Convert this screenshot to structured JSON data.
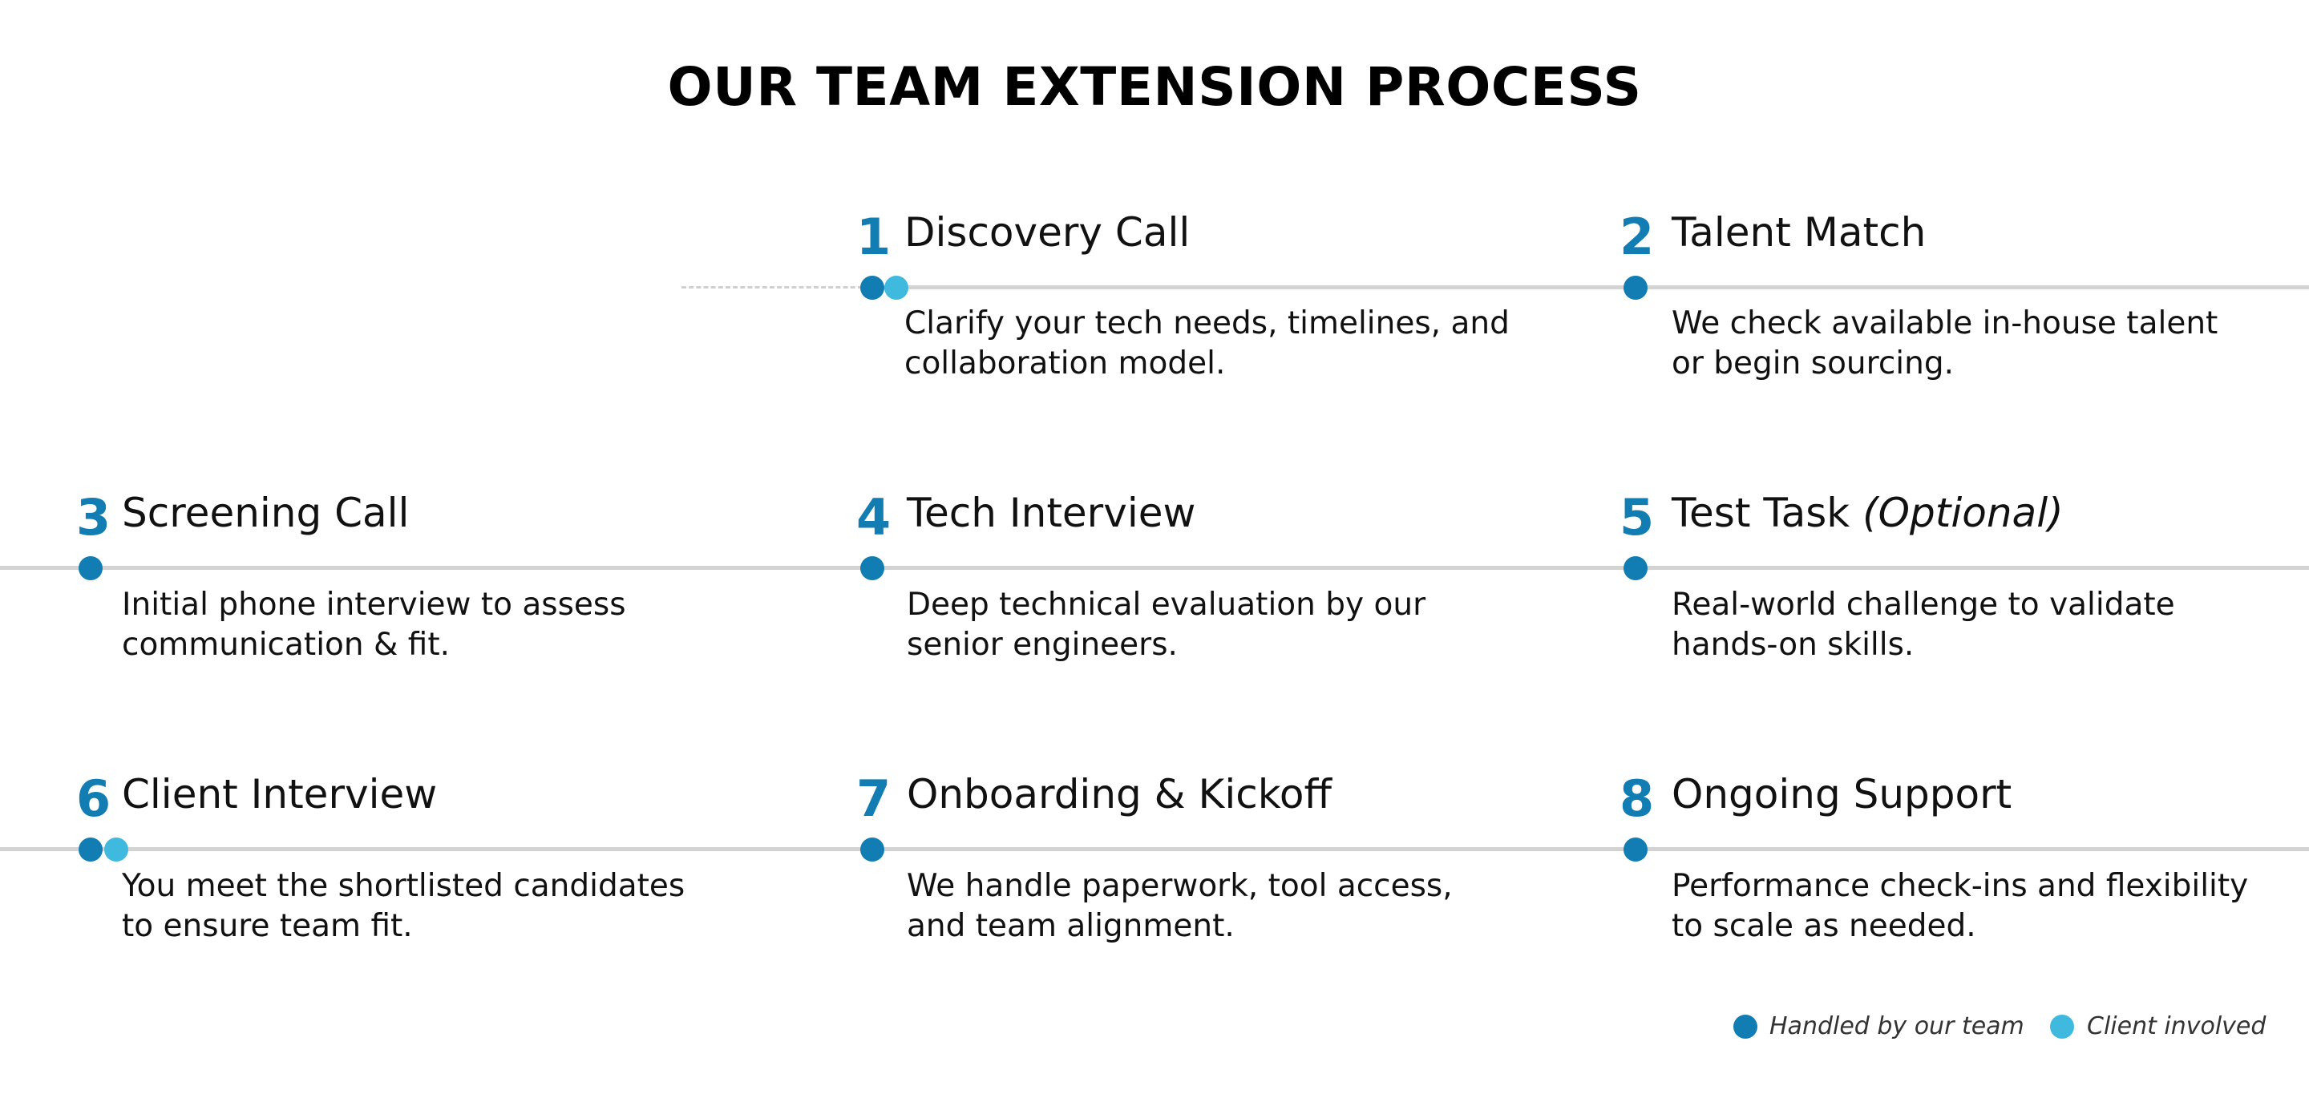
{
  "title": "OUR TEAM EXTENSION PROCESS",
  "colors": {
    "team": "#117db3",
    "client": "#40b9de",
    "number": "#117db3",
    "line": "#d3d3d3"
  },
  "steps": [
    {
      "number": "1",
      "title": "Discovery Call",
      "title_suffix": "",
      "description": [
        "Clarify your tech needs, timelines, and",
        "collaboration model."
      ],
      "client_involved": true
    },
    {
      "number": "2",
      "title": "Talent Match",
      "title_suffix": "",
      "description": [
        "We check available in-house talent",
        "or begin sourcing."
      ],
      "client_involved": false
    },
    {
      "number": "3",
      "title": "Screening Call",
      "title_suffix": "",
      "description": [
        "Initial phone interview to assess",
        "communication & fit."
      ],
      "client_involved": false
    },
    {
      "number": "4",
      "title": "Tech Interview",
      "title_suffix": "",
      "description": [
        "Deep technical evaluation by our",
        "senior engineers."
      ],
      "client_involved": false
    },
    {
      "number": "5",
      "title": "Test Task",
      "title_suffix": "(Optional)",
      "description": [
        "Real-world challenge to validate",
        "hands-on skills."
      ],
      "client_involved": false
    },
    {
      "number": "6",
      "title": "Client Interview",
      "title_suffix": "",
      "description": [
        "You meet the shortlisted candidates",
        "to ensure team fit."
      ],
      "client_involved": true
    },
    {
      "number": "7",
      "title": "Onboarding & Kickoff",
      "title_suffix": "",
      "description": [
        "We handle paperwork, tool access,",
        "and team alignment."
      ],
      "client_involved": false
    },
    {
      "number": "8",
      "title": "Ongoing Support",
      "title_suffix": "",
      "description": [
        "Performance check-ins and flexibility",
        "to scale as needed."
      ],
      "client_involved": false
    }
  ],
  "legend": {
    "team_label": "Handled by our team",
    "client_label": "Client involved"
  }
}
